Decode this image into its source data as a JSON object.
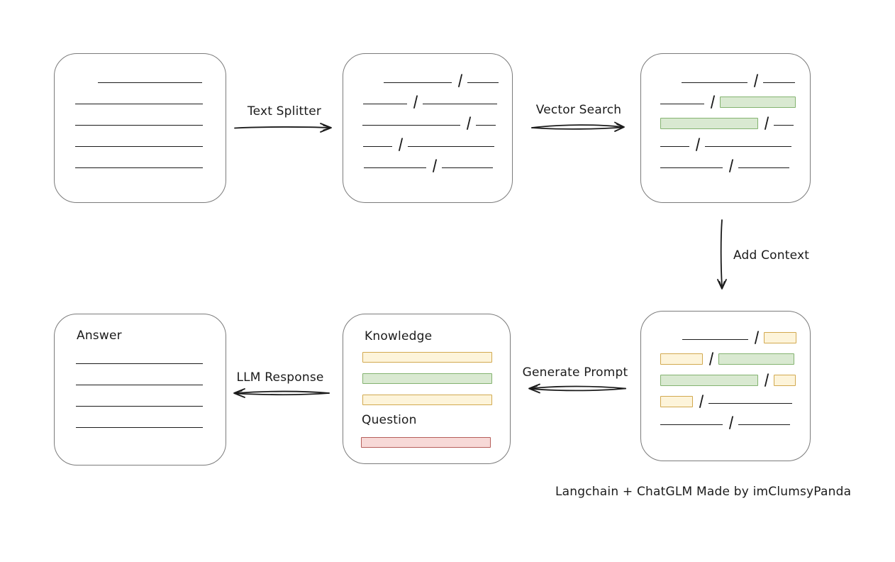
{
  "colors": {
    "ink": "#1b1b1b",
    "box_stroke": "#7b7b7b",
    "green_fill": "#d9e9d1",
    "green_stroke": "#84b370",
    "yellow_fill": "#fdf4da",
    "yellow_stroke": "#d2a94f",
    "red_fill": "#f7d9d7",
    "red_stroke": "#b65f5b"
  },
  "glyphs": {
    "slash": "/"
  },
  "caption": "Langchain + ChatGLM Made by imClumsyPanda",
  "arrows": {
    "text_splitter": {
      "label": "Text Splitter",
      "direction": "right"
    },
    "vector_search": {
      "label": "Vector Search",
      "direction": "right"
    },
    "add_context": {
      "label": "Add Context",
      "direction": "down"
    },
    "generate_prompt": {
      "label": "Generate Prompt",
      "direction": "left"
    },
    "llm_response": {
      "label": "LLM Response",
      "direction": "left"
    }
  },
  "boxes": {
    "source_document": {
      "rows": [
        {
          "indent": 61,
          "segs": [
            {
              "t": "line",
              "w": 147
            }
          ]
        },
        {
          "indent": 29,
          "segs": [
            {
              "t": "line",
              "w": 180
            }
          ]
        },
        {
          "indent": 29,
          "segs": [
            {
              "t": "line",
              "w": 180
            }
          ]
        },
        {
          "indent": 29,
          "segs": [
            {
              "t": "line",
              "w": 180
            }
          ]
        },
        {
          "indent": 29,
          "segs": [
            {
              "t": "line",
              "w": 180
            }
          ]
        }
      ]
    },
    "split_text": {
      "rows": [
        {
          "indent": 57,
          "segs": [
            {
              "t": "line",
              "w": 96
            },
            {
              "t": "slash"
            },
            {
              "t": "line",
              "w": 44
            }
          ]
        },
        {
          "indent": 28,
          "segs": [
            {
              "t": "line",
              "w": 62
            },
            {
              "t": "slash"
            },
            {
              "t": "line",
              "w": 105
            }
          ]
        },
        {
          "indent": 27,
          "segs": [
            {
              "t": "line",
              "w": 138
            },
            {
              "t": "slash"
            },
            {
              "t": "line",
              "w": 28
            }
          ]
        },
        {
          "indent": 28,
          "segs": [
            {
              "t": "line",
              "w": 41
            },
            {
              "t": "slash"
            },
            {
              "t": "line",
              "w": 122
            }
          ]
        },
        {
          "indent": 29,
          "segs": [
            {
              "t": "line",
              "w": 88
            },
            {
              "t": "slash"
            },
            {
              "t": "line",
              "w": 72
            }
          ]
        }
      ]
    },
    "vector_matches": {
      "rows": [
        {
          "indent": 57,
          "segs": [
            {
              "t": "line",
              "w": 93
            },
            {
              "t": "slash"
            },
            {
              "t": "line",
              "w": 45
            }
          ]
        },
        {
          "indent": 27,
          "segs": [
            {
              "t": "line",
              "w": 62
            },
            {
              "t": "slash"
            },
            {
              "t": "green",
              "w": 107,
              "h": 16
            }
          ]
        },
        {
          "indent": 27,
          "segs": [
            {
              "t": "green",
              "w": 138,
              "h": 16
            },
            {
              "t": "slash"
            },
            {
              "t": "line",
              "w": 28
            }
          ]
        },
        {
          "indent": 27,
          "segs": [
            {
              "t": "line",
              "w": 41
            },
            {
              "t": "slash"
            },
            {
              "t": "line",
              "w": 122
            }
          ]
        },
        {
          "indent": 27,
          "segs": [
            {
              "t": "line",
              "w": 88
            },
            {
              "t": "slash"
            },
            {
              "t": "line",
              "w": 72
            }
          ]
        }
      ]
    },
    "context_chunks": {
      "rows": [
        {
          "indent": 58,
          "segs": [
            {
              "t": "line",
              "w": 93
            },
            {
              "t": "slash"
            },
            {
              "t": "yellow",
              "w": 46,
              "h": 16
            }
          ]
        },
        {
          "indent": 27,
          "segs": [
            {
              "t": "yellow",
              "w": 60,
              "h": 16
            },
            {
              "t": "slash"
            },
            {
              "t": "green",
              "w": 107,
              "h": 16
            }
          ]
        },
        {
          "indent": 27,
          "segs": [
            {
              "t": "green",
              "w": 138,
              "h": 16
            },
            {
              "t": "slash"
            },
            {
              "t": "yellow",
              "w": 31,
              "h": 16
            }
          ]
        },
        {
          "indent": 27,
          "segs": [
            {
              "t": "yellow",
              "w": 46,
              "h": 16
            },
            {
              "t": "slash"
            },
            {
              "t": "line",
              "w": 118
            }
          ]
        },
        {
          "indent": 27,
          "segs": [
            {
              "t": "line",
              "w": 88
            },
            {
              "t": "slash"
            },
            {
              "t": "line",
              "w": 73
            }
          ]
        }
      ]
    },
    "prompt": {
      "knowledge_label": "Knowledge",
      "question_label": "Question",
      "knowledge_rows": [
        {
          "indent": 27,
          "segs": [
            {
              "t": "yellow",
              "w": 183
            }
          ]
        },
        {
          "indent": 27,
          "segs": [
            {
              "t": "green",
              "w": 183
            }
          ]
        },
        {
          "indent": 27,
          "segs": [
            {
              "t": "yellow",
              "w": 183
            }
          ]
        }
      ],
      "question_rows": [
        {
          "indent": 25,
          "segs": [
            {
              "t": "red",
              "w": 183
            }
          ]
        }
      ]
    },
    "answer": {
      "label": "Answer",
      "rows": [
        {
          "indent": 30,
          "segs": [
            {
              "t": "line",
              "w": 179
            }
          ]
        },
        {
          "indent": 30,
          "segs": [
            {
              "t": "line",
              "w": 179
            }
          ]
        },
        {
          "indent": 30,
          "segs": [
            {
              "t": "line",
              "w": 179
            }
          ]
        },
        {
          "indent": 30,
          "segs": [
            {
              "t": "line",
              "w": 179
            }
          ]
        }
      ]
    }
  }
}
